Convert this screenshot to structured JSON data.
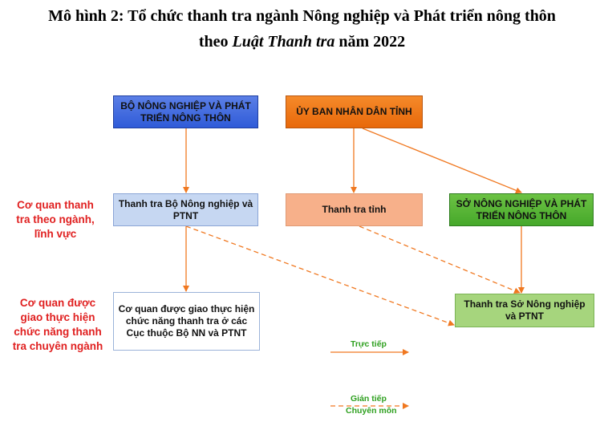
{
  "title": {
    "line1": "Mô hình 2: Tổ chức thanh tra ngành Nông nghiệp và Phát triển nông thôn",
    "line2_prefix": "theo ",
    "line2_italic": "Luật Thanh tra",
    "line2_suffix": " năm 2022"
  },
  "boxes": {
    "bo_nn": "BỘ NÔNG NGHIỆP VÀ PHÁT TRIỂN NÔNG THÔN",
    "ubnd": "ỦY BAN NHÂN DÂN TỈNH",
    "tt_bo": "Thanh tra Bộ Nông nghiệp và PTNT",
    "tt_tinh": "Thanh tra tỉnh",
    "so_nn": "SỞ NÔNG NGHIỆP VÀ PHÁT TRIỂN NÔNG THÔN",
    "co_quan": "Cơ quan được giao thực hiện chức năng thanh tra ở các Cục thuộc Bộ NN và PTNT",
    "tt_so": "Thanh tra Sở Nông nghiệp và PTNT"
  },
  "side_labels": {
    "row1": "Cơ quan thanh tra theo ngành, lĩnh vực",
    "row2": "Cơ quan được giao thực hiện chức năng thanh tra chuyên ngành"
  },
  "legend": {
    "solid": "Trực tiếp",
    "dashed_1": "Gián tiếp",
    "dashed_2": "Chuyên môn"
  },
  "colors": {
    "arrow": "#f07820",
    "side_text": "#e02020",
    "legend_text": "#2fa020"
  }
}
